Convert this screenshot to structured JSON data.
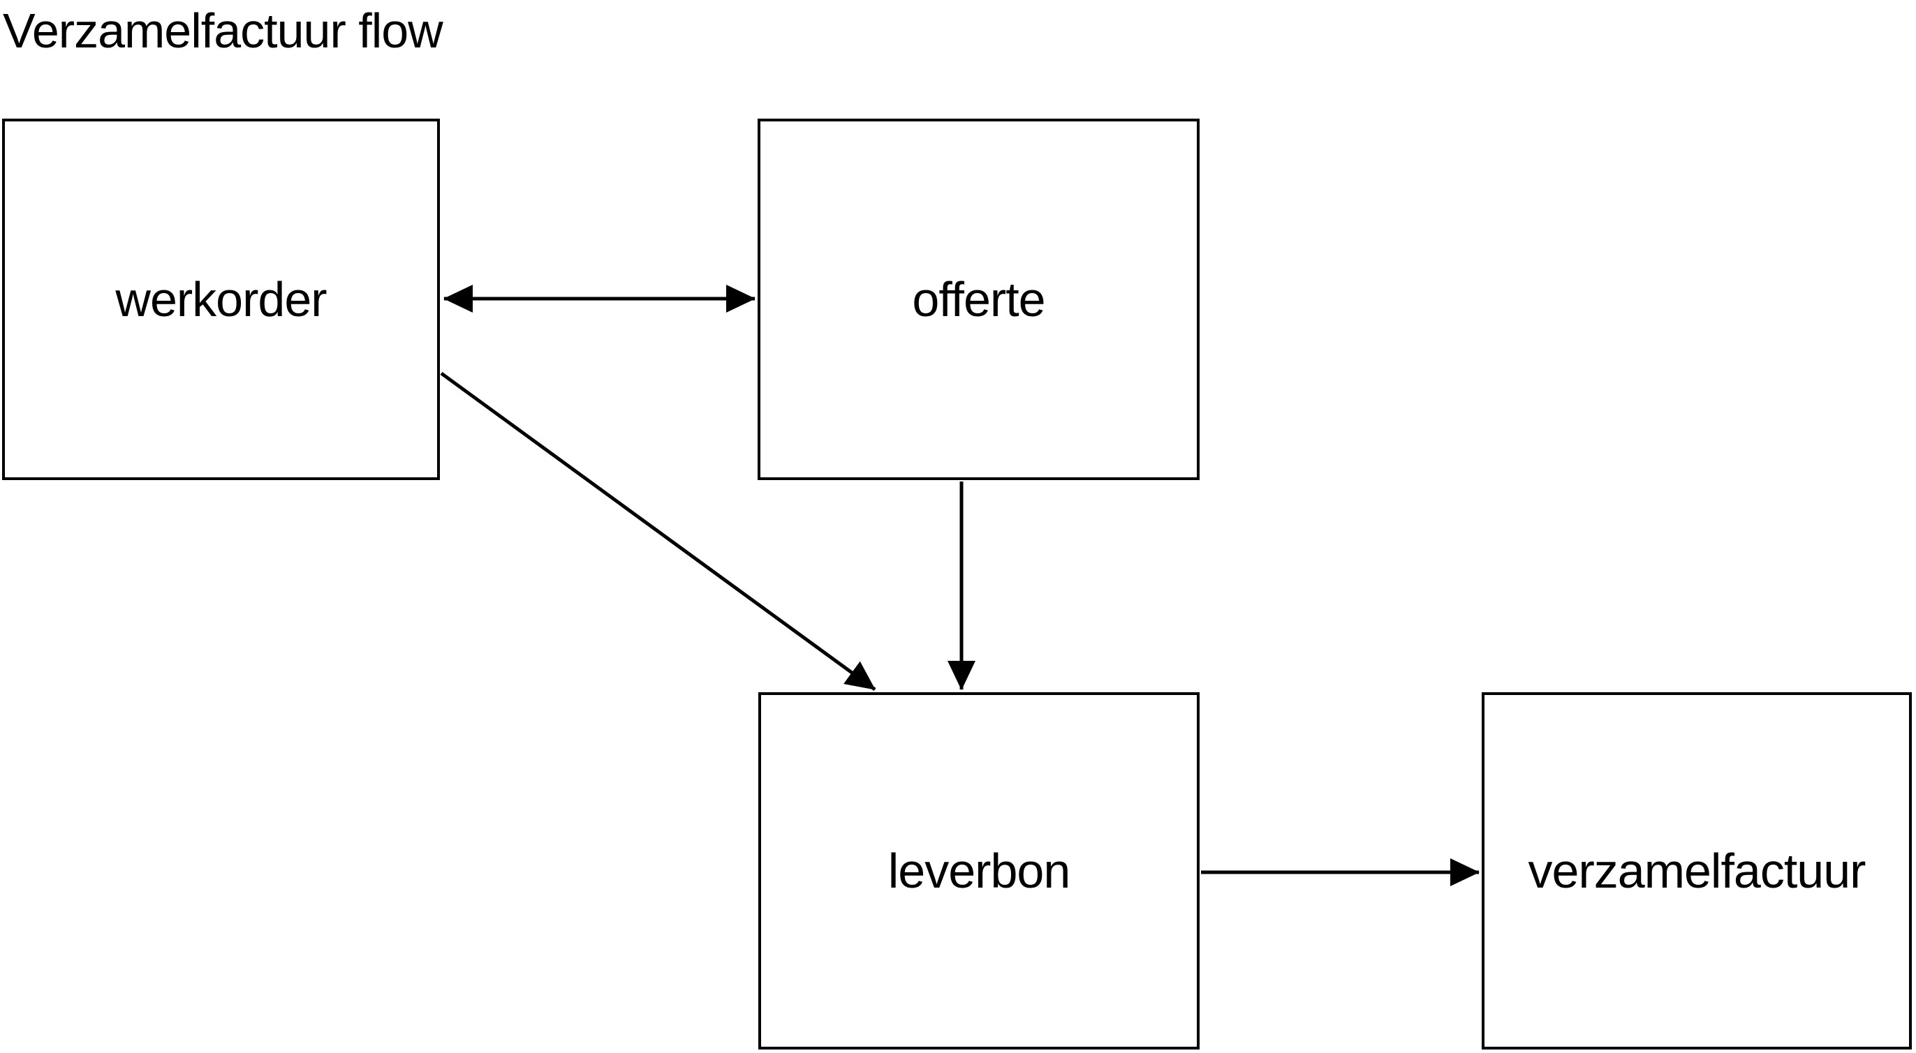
{
  "diagram": {
    "title": "Verzamelfactuur flow",
    "background_color": "#ffffff",
    "line_color": "#000000",
    "text_color": "#000000",
    "nodes": [
      {
        "id": "werkorder",
        "label": "werkorder"
      },
      {
        "id": "offerte",
        "label": "offerte"
      },
      {
        "id": "leverbon",
        "label": "leverbon"
      },
      {
        "id": "verzamelfactuur",
        "label": "verzamelfactuur"
      }
    ],
    "edges": [
      {
        "from": "werkorder",
        "to": "offerte",
        "direction": "bidirectional"
      },
      {
        "from": "werkorder",
        "to": "leverbon",
        "direction": "one-way"
      },
      {
        "from": "offerte",
        "to": "leverbon",
        "direction": "one-way"
      },
      {
        "from": "leverbon",
        "to": "verzamelfactuur",
        "direction": "one-way"
      }
    ]
  }
}
